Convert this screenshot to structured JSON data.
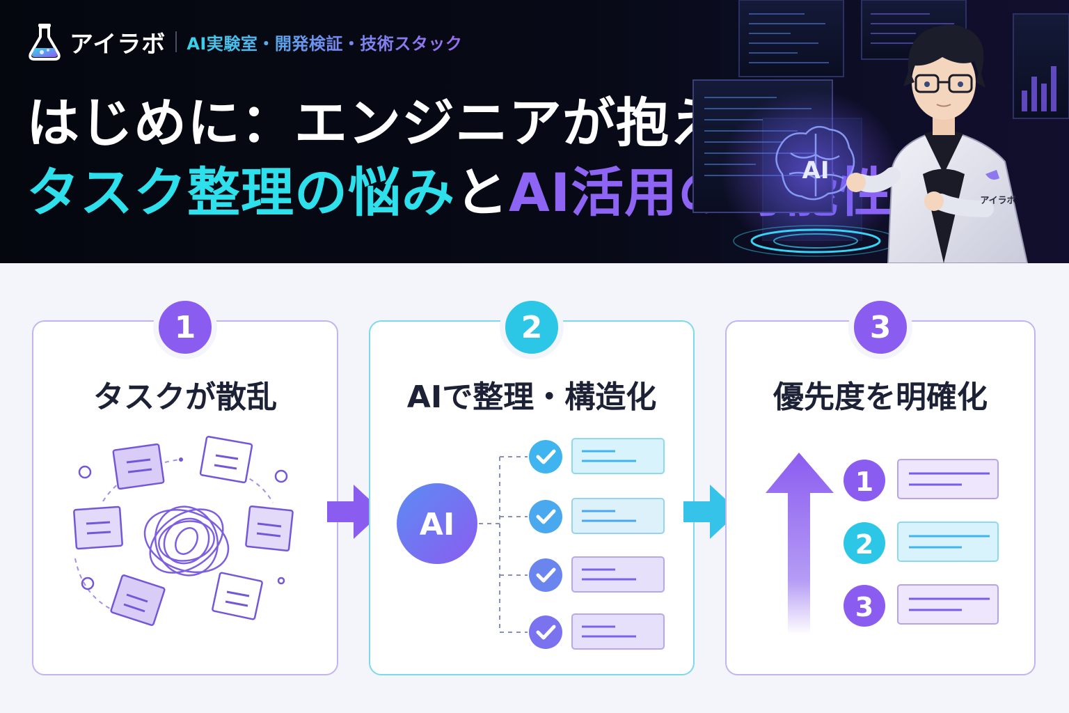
{
  "brand": {
    "name": "アイラボ",
    "tagline": "AI実験室・開発検証・技術スタック"
  },
  "headline": {
    "line1": "はじめに：エンジニアが抱える",
    "line2_part1": "タスク整理の悩み",
    "line2_part2": "と",
    "line2_part3": "AI活用の可能性"
  },
  "illustration": {
    "hologram_label": "AI",
    "coat_label": "アイラボ"
  },
  "steps": [
    {
      "number": "1",
      "title": "タスクが散乱"
    },
    {
      "number": "2",
      "title": "AIで整理・構造化",
      "ai_label": "AI"
    },
    {
      "number": "3",
      "title": "優先度を明確化",
      "ranks": [
        "1",
        "2",
        "3"
      ]
    }
  ],
  "colors": {
    "purple": "#8b5cf0",
    "cyan": "#2cc7e6",
    "dark_bg": "#05070f"
  }
}
